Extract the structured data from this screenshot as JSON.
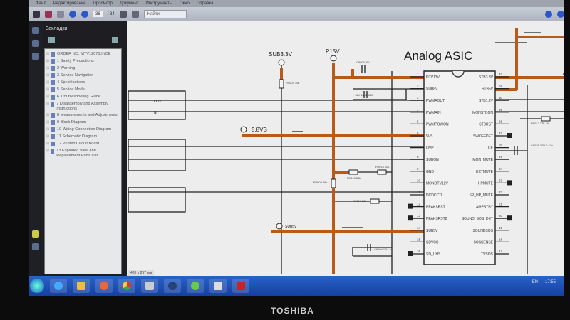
{
  "menu": [
    "Файл",
    "Редактирование",
    "Просмотр",
    "Документ",
    "Инструменты",
    "Окно",
    "Справка"
  ],
  "toolbar": {
    "page_current": "36",
    "page_total": "/ 84",
    "find_placeholder": "Найти"
  },
  "bookmarks": {
    "title": "Закладки",
    "items": [
      "ORDER NO. MTV12071.INCE",
      "1 Safety Precautions",
      "2 Warning",
      "3 Service Navigation",
      "4 Specifications",
      "5 Service Mode",
      "6 Troubleshooting Guide",
      "7 Disassembly and Assembly Instructions",
      "8 Measurements and Adjustments",
      "9 Block Diagram",
      "10 Wiring Connection Diagram",
      "11 Schematic Diagram",
      "12 Printed Circuit Board",
      "13 Exploded View and Replacement Parts List"
    ]
  },
  "status": {
    "page_size": "420 x 297 мм"
  },
  "schematic": {
    "title": "Analog ASIC",
    "nets": {
      "sub33": "SUB3.3V",
      "p15": "P15V",
      "v58": "5.8VS",
      "sub5v": "SUB5V"
    },
    "components": {
      "r_sub": "R9004 10k",
      "c_top": "C9006 25V",
      "c_mid": "16V 1u C9038",
      "r1": "R9008 39k",
      "r2": "R9010 56k",
      "r3": "R9015 10k",
      "r4": "R9007 22k",
      "c_bot": "C9004 10V 1u",
      "r_right": "R9012 22k 1%",
      "c_right": "C9035 10V 0.47u"
    },
    "left_pins": [
      "DTV13V",
      "SUB8V",
      "PWMAOUT",
      "PWMAIN",
      "PWMPOWON",
      "5VS",
      "OVP",
      "SUBON",
      "GND",
      "MONOTV12V",
      "DCDCCTL",
      "PEAKSRST",
      "PEAKSRST2",
      "SUB5V",
      "SDVCC",
      "SD_UHS"
    ],
    "right_pins": [
      "STB3.3V",
      "STB5V",
      "STB1.2V",
      "MONSTBON",
      "STBRST",
      "SWOFFDET",
      "CE",
      "MON_MUTE",
      "EXTMUTE",
      "HPMUTE",
      "SP_HP_MUTE",
      "AMPSTBY",
      "SOUND_SOS_DET",
      "SOUNDSOS",
      "SOSSENSE",
      "TVSOS"
    ],
    "left_stub_labels": [
      "OUT",
      "N"
    ]
  },
  "taskbar": {
    "lang": "EN",
    "clock": "17:55"
  },
  "bezel": {
    "brand": "TOSHIBA"
  },
  "colors": {
    "trace_highlight": "#b85a1a",
    "taskbar": "#1f52b8"
  }
}
